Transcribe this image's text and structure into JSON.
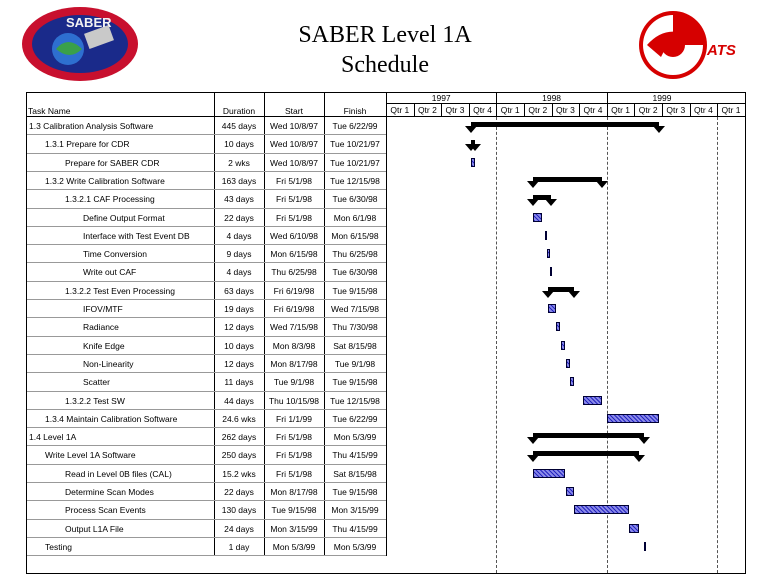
{
  "title_line1": "SABER Level 1A",
  "title_line2": "Schedule",
  "logo_saber_text": "SABER",
  "logo_gats_text": "ATS",
  "columns": {
    "task": "Task Name",
    "duration": "Duration",
    "start": "Start",
    "finish": "Finish"
  },
  "years": [
    "1997",
    "1998",
    "1999"
  ],
  "quarters": [
    "Qtr 1",
    "Qtr 2",
    "Qtr 3",
    "Qtr 4",
    "Qtr 1",
    "Qtr 2",
    "Qtr 3",
    "Qtr 4",
    "Qtr 1",
    "Qtr 2",
    "Qtr 3",
    "Qtr 4",
    "Qtr 1"
  ],
  "tasks": [
    {
      "name": "1.3  Calibration Analysis Software",
      "indent": 0,
      "duration": "445 days",
      "start": "Wed 10/8/97",
      "finish": "Tue 6/22/99",
      "type": "summary"
    },
    {
      "name": "1.3.1  Prepare for CDR",
      "indent": 1,
      "duration": "10 days",
      "start": "Wed 10/8/97",
      "finish": "Tue 10/21/97",
      "type": "summary"
    },
    {
      "name": "Prepare for SABER CDR",
      "indent": 2,
      "duration": "2 wks",
      "start": "Wed 10/8/97",
      "finish": "Tue 10/21/97",
      "type": "task"
    },
    {
      "name": "1.3.2  Write Calibration Software",
      "indent": 1,
      "duration": "163 days",
      "start": "Fri 5/1/98",
      "finish": "Tue 12/15/98",
      "type": "summary"
    },
    {
      "name": "1.3.2.1  CAF Processing",
      "indent": 2,
      "duration": "43 days",
      "start": "Fri 5/1/98",
      "finish": "Tue 6/30/98",
      "type": "summary"
    },
    {
      "name": "Define Output Format",
      "indent": 3,
      "duration": "22 days",
      "start": "Fri 5/1/98",
      "finish": "Mon 6/1/98",
      "type": "task"
    },
    {
      "name": "Interface with Test Event DB",
      "indent": 3,
      "duration": "4 days",
      "start": "Wed 6/10/98",
      "finish": "Mon 6/15/98",
      "type": "task"
    },
    {
      "name": "Time Conversion",
      "indent": 3,
      "duration": "9 days",
      "start": "Mon 6/15/98",
      "finish": "Thu 6/25/98",
      "type": "task"
    },
    {
      "name": "Write out CAF",
      "indent": 3,
      "duration": "4 days",
      "start": "Thu 6/25/98",
      "finish": "Tue 6/30/98",
      "type": "task"
    },
    {
      "name": "1.3.2.2  Test Even Processing",
      "indent": 2,
      "duration": "63 days",
      "start": "Fri 6/19/98",
      "finish": "Tue 9/15/98",
      "type": "summary"
    },
    {
      "name": "IFOV/MTF",
      "indent": 3,
      "duration": "19 days",
      "start": "Fri 6/19/98",
      "finish": "Wed 7/15/98",
      "type": "task"
    },
    {
      "name": "Radiance",
      "indent": 3,
      "duration": "12 days",
      "start": "Wed 7/15/98",
      "finish": "Thu 7/30/98",
      "type": "task"
    },
    {
      "name": "Knife Edge",
      "indent": 3,
      "duration": "10 days",
      "start": "Mon 8/3/98",
      "finish": "Sat 8/15/98",
      "type": "task"
    },
    {
      "name": "Non-Linearity",
      "indent": 3,
      "duration": "12 days",
      "start": "Mon 8/17/98",
      "finish": "Tue 9/1/98",
      "type": "task"
    },
    {
      "name": "Scatter",
      "indent": 3,
      "duration": "11 days",
      "start": "Tue 9/1/98",
      "finish": "Tue 9/15/98",
      "type": "task"
    },
    {
      "name": "1.3.2.2  Test SW",
      "indent": 2,
      "duration": "44 days",
      "start": "Thu 10/15/98",
      "finish": "Tue 12/15/98",
      "type": "task"
    },
    {
      "name": "1.3.4  Maintain Calibration Software",
      "indent": 1,
      "duration": "24.6 wks",
      "start": "Fri 1/1/99",
      "finish": "Tue 6/22/99",
      "type": "task"
    },
    {
      "name": "1.4  Level 1A",
      "indent": 0,
      "duration": "262 days",
      "start": "Fri 5/1/98",
      "finish": "Mon 5/3/99",
      "type": "summary"
    },
    {
      "name": "Write Level 1A Software",
      "indent": 1,
      "duration": "250 days",
      "start": "Fri 5/1/98",
      "finish": "Thu 4/15/99",
      "type": "summary"
    },
    {
      "name": "Read in Level 0B files (CAL)",
      "indent": 2,
      "duration": "15.2 wks",
      "start": "Fri 5/1/98",
      "finish": "Sat 8/15/98",
      "type": "task"
    },
    {
      "name": "Determine Scan Modes",
      "indent": 2,
      "duration": "22 days",
      "start": "Mon 8/17/98",
      "finish": "Tue 9/15/98",
      "type": "task"
    },
    {
      "name": "Process Scan Events",
      "indent": 2,
      "duration": "130 days",
      "start": "Tue 9/15/98",
      "finish": "Mon 3/15/99",
      "type": "task"
    },
    {
      "name": "Output L1A File",
      "indent": 2,
      "duration": "24 days",
      "start": "Mon 3/15/99",
      "finish": "Thu 4/15/99",
      "type": "task"
    },
    {
      "name": "Testing",
      "indent": 1,
      "duration": "1 day",
      "start": "Mon 5/3/99",
      "finish": "Mon 5/3/99",
      "type": "task"
    }
  ]
}
